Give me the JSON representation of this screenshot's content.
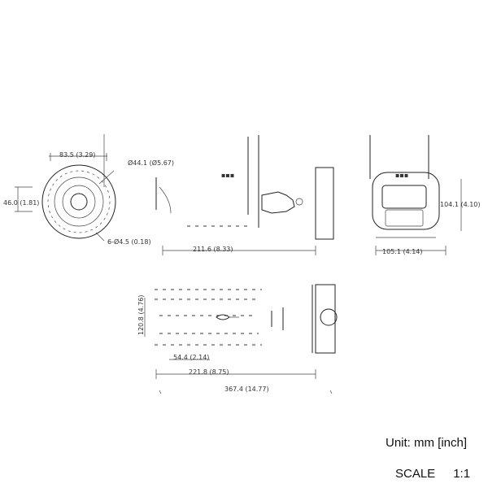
{
  "front_view": {
    "dim_width": "83.5 (3.29)",
    "dim_lens_dia": "Ø44.1 (Ø5.67)",
    "dim_height": "46.0 (1.81)",
    "dim_holes": "6-Ø4.5 (0.18)"
  },
  "side_view": {
    "dim_length": "211.6 (8.33)",
    "label_mark": "▪▪▪"
  },
  "rear_view": {
    "dim_height": "104.1 (4.10)",
    "dim_width": "105.1 (4.14)",
    "label_mark": "▪▪▪"
  },
  "top_view": {
    "dim_depth": "120.8 (4.76)",
    "dim_body": "54.4 (2.14)",
    "dim_total": "221.8 (8.75)",
    "dim_overall": "367.4 (14.77)"
  },
  "footer": {
    "unit": "Unit: mm [inch]",
    "scale_label": "SCALE",
    "scale_value": "1:1"
  }
}
